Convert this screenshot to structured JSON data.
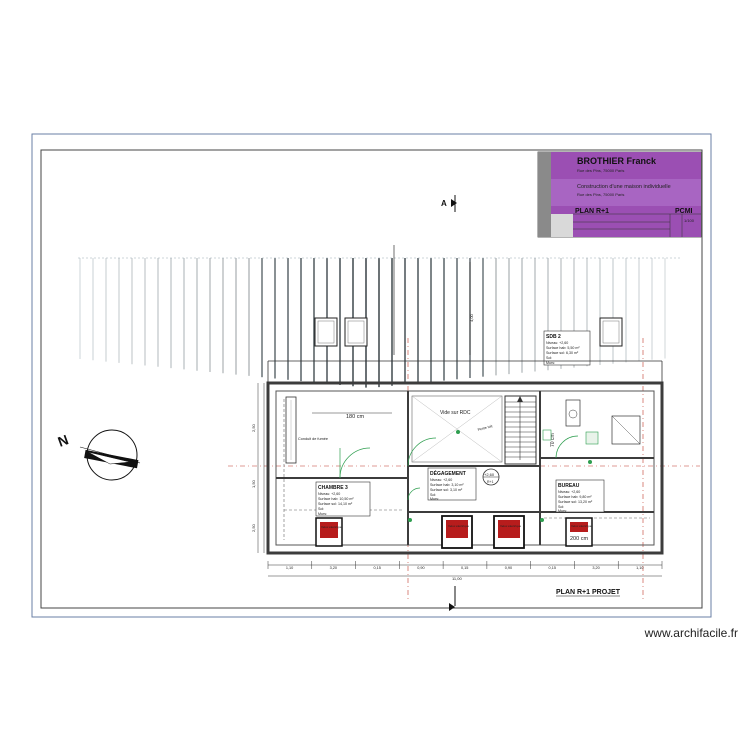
{
  "title_block": {
    "owner_name": "BROTHIER Franck",
    "owner_address": "Rue des Pins, 75000 Paris",
    "project_title": "Construction d'une maison individuelle",
    "project_address": "Rue des Pins, 75000 Paris",
    "sheet_title": "PLAN R+1",
    "sheet_code": "PCMI",
    "scale": "1/100"
  },
  "plan": {
    "label": "PLAN R+1 PROJET",
    "section_marker": "A",
    "north_label": "N",
    "stair_void_label": "Vide sur RDC",
    "level_marker": "+2,60",
    "level_marker_sub": "R+1",
    "roof_slope_label": "Pente toit",
    "chimney_label": "Conduit de fumée",
    "bed_dim": "180 cm",
    "bath_dim": "70 cm",
    "desk_dim": "200 cm",
    "velux_label": "Velux électrique"
  },
  "rooms": [
    {
      "name": "SDB 2",
      "lines": [
        "Niveau: +2,60",
        "Surface hab: 5,50 m²",
        "Surface sol: 6,30 m²",
        "Sol:",
        "Murs:"
      ]
    },
    {
      "name": "CHAMBRE 3",
      "lines": [
        "Niveau: +2,60",
        "Surface hab: 10,50 m²",
        "Surface sol: 14,10 m²",
        "Sol:",
        "Murs:"
      ]
    },
    {
      "name": "DÉGAGEMENT",
      "lines": [
        "Niveau: +2,60",
        "Surface hab: 3,10 m²",
        "Surface sol: 3,10 m²",
        "Sol:",
        "Murs:"
      ]
    },
    {
      "name": "BUREAU",
      "lines": [
        "Niveau: +2,60",
        "Surface hab: 9,80 m²",
        "Surface sol: 13,20 m²",
        "Sol:",
        "Murs:"
      ]
    }
  ],
  "dimensions": {
    "bottom_chain": [
      "1,10",
      "3,20",
      "0,15",
      "0,90",
      "0,15",
      "0,90",
      "0,15",
      "3,20",
      "1,10"
    ],
    "bottom_total": "11,00",
    "left_chain": [
      "2,50",
      "1,50",
      "2,50"
    ],
    "upper_height": "4,00"
  },
  "site_credit": "www.archifacile.fr",
  "colors": {
    "title_purple": "#9b4fb3",
    "title_purple_dark": "#6a2c86",
    "wall": "#3c3c3c",
    "hatch_light": "#c7d3d8",
    "accent_red": "#c0392b",
    "accent_green": "#2e9e4f",
    "velux_red": "#b71c1c"
  }
}
